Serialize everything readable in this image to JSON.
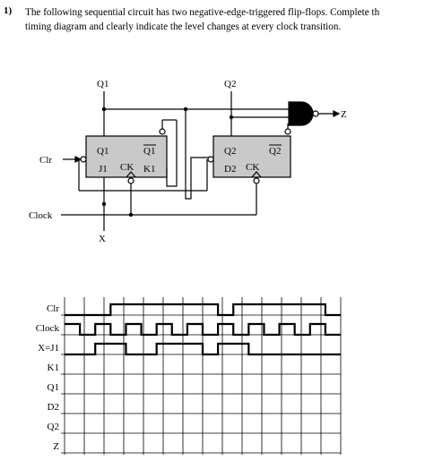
{
  "problem": {
    "number": "1)",
    "line1": "The following sequential circuit has two negative-edge-triggered flip-flops. Complete th",
    "line2": "timing diagram and clearly indicate the level changes at every clock transition."
  },
  "circuit": {
    "q1_top": "Q1",
    "q2_top": "Q2",
    "z_output": "Z",
    "clr_input": "Clr",
    "clock_input": "Clock",
    "x_input": "X",
    "ff1": {
      "q": "Q1",
      "qbar": "Q1",
      "j": "J1",
      "ck": "CK",
      "k": "K1"
    },
    "ff2": {
      "q": "Q2",
      "qbar": "Q2",
      "d": "D2",
      "ck": "CK"
    }
  },
  "timing": {
    "rows": [
      "Clr",
      "Clock",
      "X=J1",
      "K1",
      "Q1",
      "D2",
      "Q2",
      "Z"
    ],
    "num_cols": 14,
    "clr_wave": [
      0,
      0,
      0,
      1,
      1,
      1,
      1,
      1,
      1,
      1,
      0,
      1,
      1,
      1,
      1,
      1,
      1,
      0
    ],
    "clock_wave": [
      1,
      0,
      1,
      0,
      1,
      0,
      1,
      0,
      1,
      0,
      1,
      0,
      1,
      0,
      1,
      0,
      1,
      0
    ],
    "x_wave": [
      0,
      0,
      1,
      1,
      0,
      0,
      1,
      1,
      1,
      0,
      1,
      1,
      0,
      0,
      0,
      0,
      0,
      0
    ]
  }
}
